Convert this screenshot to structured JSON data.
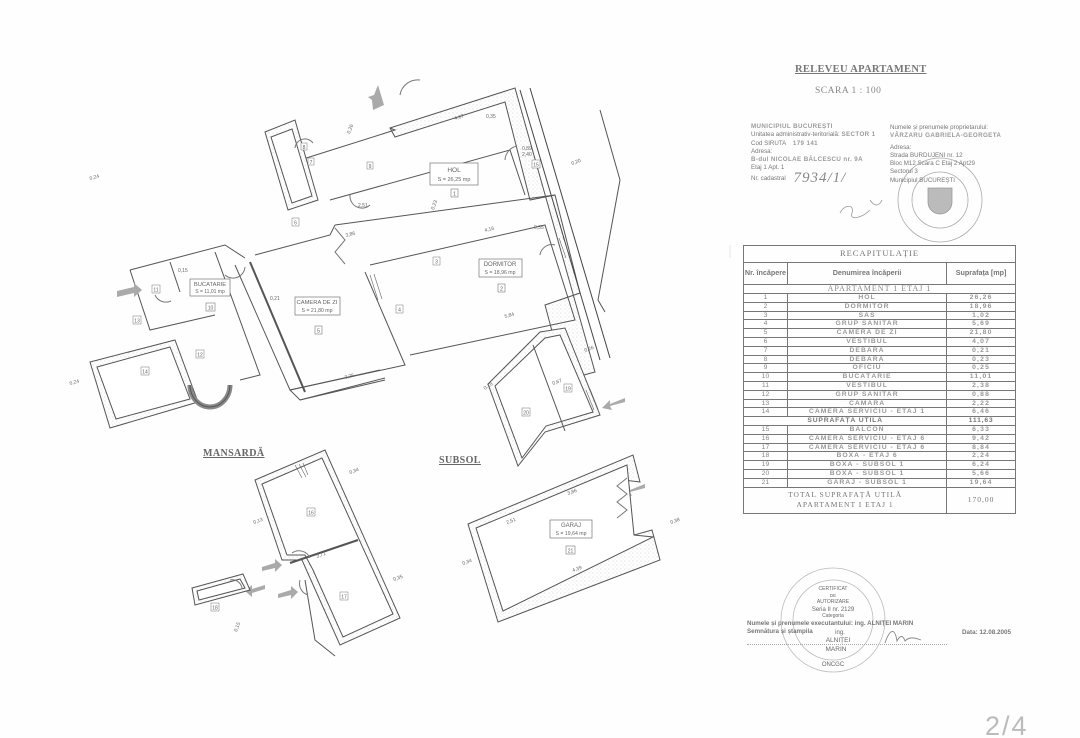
{
  "document": {
    "title": "RELEVEU APARTAMENT",
    "scale": "SCARA  1 : 100",
    "page_indicator": "2/4"
  },
  "location_info": {
    "municipality": "MUNICIPIUL  BUCUREȘTI",
    "admin_unit_label": "Unitatea administrativ-teritorială:",
    "admin_unit_value": "SECTOR 1",
    "siruta_label": "Cod SIRUTA",
    "siruta_value": "179 141",
    "address_label": "Adresa:",
    "address_street": "B-dul  NICOLAE BĂLCESCU   nr. 9A",
    "address_floor": "Etaj  1   Apt. 1",
    "cadastral_label": "Nr. cadastral",
    "cadastral_value": "7934/1/"
  },
  "owner_info": {
    "owner_label": "Numele și prenumele proprietarului:",
    "owner_name": "VÂRZARU GABRIELA-GEORGETA",
    "address_label": "Adresa:",
    "street": "Strada  BURDUJENI   nr. 12",
    "block": "Bloc M12   Scara  C   Etaj  2   Apt29",
    "sector": "Sectorul 3",
    "municipality": "Municipiul  BUCUREȘTI"
  },
  "recap_table": {
    "title": "RECAPITULAȚIE",
    "headers": {
      "nr": "Nr. încăpere",
      "name": "Denumirea încăperii",
      "area": "Suprafața [mp]"
    },
    "section": "APARTAMENT 1 ETAJ 1",
    "rows_main": [
      {
        "nr": "1",
        "name": "HOL",
        "area": "26,26"
      },
      {
        "nr": "2",
        "name": "DORMITOR",
        "area": "18,96"
      },
      {
        "nr": "3",
        "name": "SAS",
        "area": "1,02"
      },
      {
        "nr": "4",
        "name": "GRUP SANITAR",
        "area": "5,69"
      },
      {
        "nr": "5",
        "name": "CAMERA DE ZI",
        "area": "21,80"
      },
      {
        "nr": "6",
        "name": "VESTIBUL",
        "area": "4,07"
      },
      {
        "nr": "7",
        "name": "DEBARA",
        "area": "0,21"
      },
      {
        "nr": "8",
        "name": "DEBARA",
        "area": "0,23"
      },
      {
        "nr": "9",
        "name": "OFICIU",
        "area": "0,25"
      },
      {
        "nr": "10",
        "name": "BUCĂTĂRIE",
        "area": "11,01"
      },
      {
        "nr": "11",
        "name": "VESTIBUL",
        "area": "2,38"
      },
      {
        "nr": "12",
        "name": "GRUP SANITAR",
        "area": "0,88"
      },
      {
        "nr": "13",
        "name": "CĂMARĂ",
        "area": "2,22"
      },
      {
        "nr": "14",
        "name": "CAMERĂ SERVICIU - ETAJ 1",
        "area": "6,46"
      }
    ],
    "subtotal_label": "SUPRAFAȚĂ UTILĂ",
    "subtotal_value": "111,63",
    "rows_extra": [
      {
        "nr": "15",
        "name": "BALCON",
        "area": "6,33"
      },
      {
        "nr": "16",
        "name": "CAMERĂ SERVICIU - ETAJ 6",
        "area": "9,42"
      },
      {
        "nr": "17",
        "name": "CAMERĂ SERVICIU - ETAJ 6",
        "area": "8,84"
      },
      {
        "nr": "18",
        "name": "BOXĂ - ETAJ 6",
        "area": "2,24"
      },
      {
        "nr": "19",
        "name": "BOXĂ - SUBSOL 1",
        "area": "6,24"
      },
      {
        "nr": "20",
        "name": "BOXĂ - SUBSOL 1",
        "area": "5,66"
      },
      {
        "nr": "21",
        "name": "GARAJ - SUBSOL 1",
        "area": "19,64"
      }
    ],
    "total_label_1": "TOTAL SUPRAFAȚĂ UTILĂ",
    "total_label_2": "APARTAMENT I ETAJ 1",
    "total_value": "170,00"
  },
  "executor": {
    "name_label": "Numele și prenumele executantului:",
    "name_value": "ing. ALNIȚEI MARIN",
    "signature_label": "Semnătura și ștampila",
    "date_label": "Data:",
    "date_value": "12.08.2005"
  },
  "stamp_executor": {
    "line1": "CERTIFICAT",
    "line2": "DE",
    "line3": "AUTORIZARE",
    "line4": "Seria II nr. 2129",
    "line5": "Categoria",
    "line6": "ing.",
    "line7": "ALNIȚEI",
    "line8": "MARIN",
    "ring": "ONCGC"
  },
  "floors": {
    "mansarda": "MANSARDĂ",
    "subsol": "SUBSOL"
  },
  "rooms_on_plan": {
    "hol": {
      "name": "HOL",
      "area": "S = 26,25 mp",
      "nr": "1"
    },
    "dormitor": {
      "name": "DORMITOR",
      "area": "S = 18,96 mp",
      "nr": "2"
    },
    "camera_zi": {
      "name": "CAMERA DE ZI",
      "area": "S = 21,80 mp",
      "nr": "5"
    },
    "bucatarie": {
      "name": "BUCATARIE",
      "area": "S = 11,01 mp",
      "nr": "10"
    },
    "garaj": {
      "name": "GARAJ",
      "area": "S = 19,64 mp",
      "nr": "21"
    },
    "labels": {
      "n3": "3",
      "n4": "4",
      "n6": "6",
      "n7": "7",
      "n8": "8",
      "n9": "9",
      "n11": "11",
      "n12": "12",
      "n13": "13",
      "n14": "14",
      "n15": "15",
      "n16": "16",
      "n17": "17",
      "n18": "18",
      "n19": "19",
      "n20": "20"
    }
  },
  "dimensions": {
    "d_hol_top": "4,67",
    "d_hol_w1": "0,35",
    "d_hol_dr1": "0,89",
    "d_hol_dr2": "2,40",
    "d_hol_side": "0,20",
    "d_dorm_top": "4,16",
    "d_dorm_bot": "5,84",
    "d_dorm_r": "0,35",
    "d_cz_top": "3,86",
    "d_cz_bot": "3,25",
    "d_cz_w": "0,21",
    "d_bu_w": "0,15",
    "d_gar_top": "3,86",
    "d_gar_l": "2,51",
    "d_gar_bot": "4,39",
    "d_gar_w1": "0,34",
    "d_gar_w2": "0,38",
    "d_m_w1": "0,34",
    "d_m_w2": "0,35",
    "d_m_w3": "0,13",
    "d_m_w4": "3,71",
    "d_m_w5": "0,15",
    "d_s_w1": "0,26",
    "d_s_w2": "0,18",
    "d_s_w3": "0,67",
    "d_b_w1": "0,24",
    "d_b_w2": "0,24",
    "d_hol_w2": "0,26",
    "d_hol_w3": "0,23",
    "d_hol_w4": "2,51"
  }
}
